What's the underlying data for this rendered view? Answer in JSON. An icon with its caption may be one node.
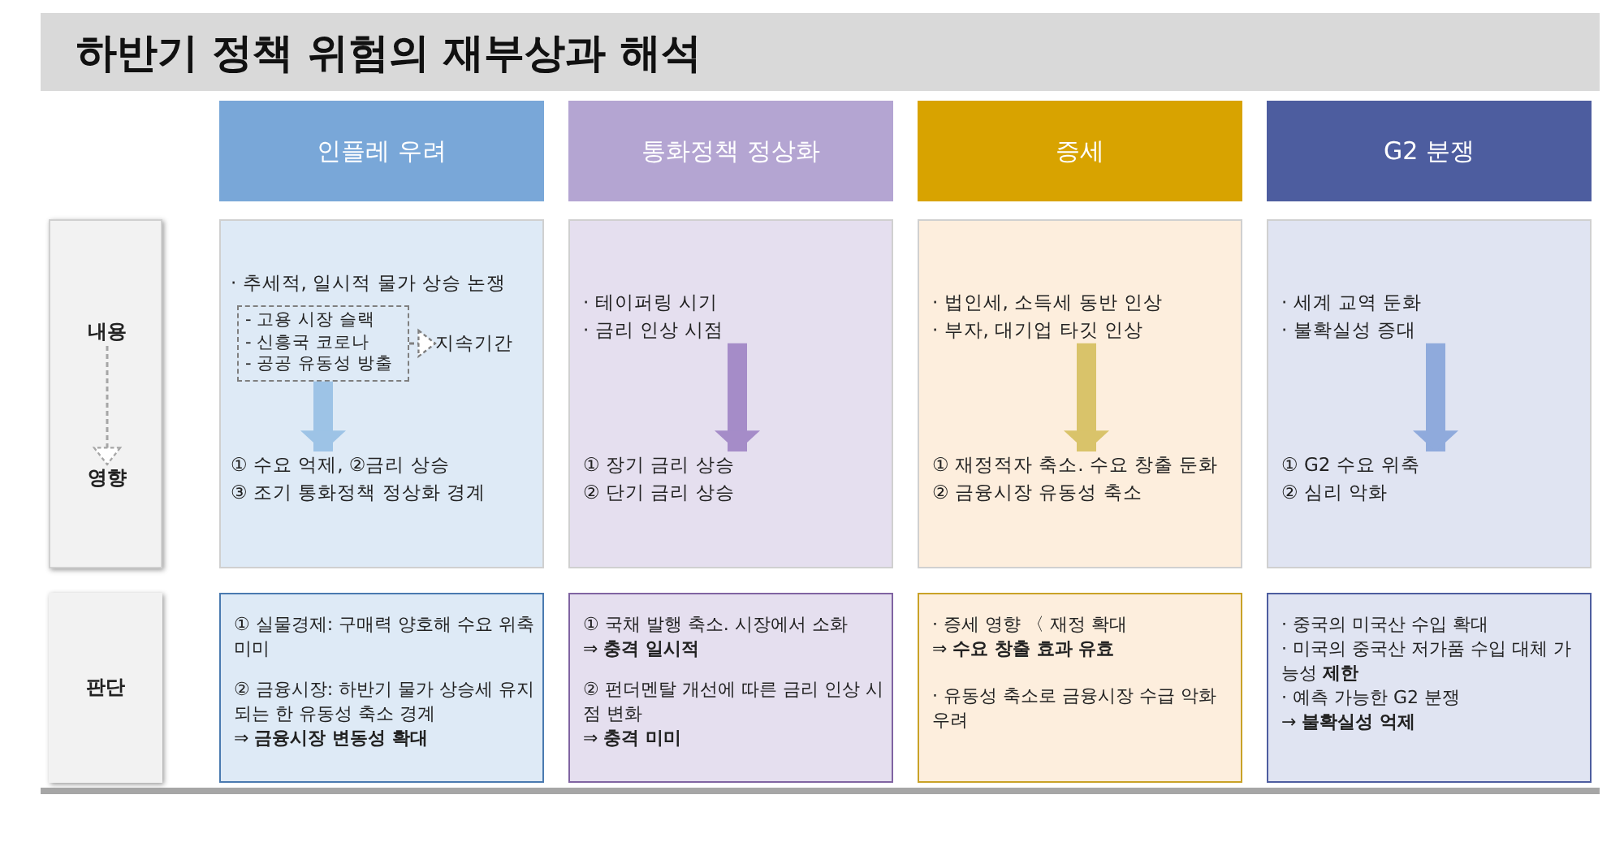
{
  "diagram": {
    "title": "하반기 정책 위험의 재부상과 해석",
    "nodes": [
      {
        "text": [
          "인플레 우려"
        ]
      },
      {
        "text": [
          "통화정책 정상화"
        ]
      },
      {
        "text": [
          "증세"
        ]
      },
      {
        "text": [
          "G2 분쟁"
        ]
      },
      {
        "text": [],
        "shape": "box"
      },
      {
        "text": [
          "내용"
        ],
        "in": 4
      },
      {
        "text": [
          "영향"
        ],
        "in": 4
      },
      {
        "text": [
          "판단"
        ]
      },
      {
        "text": [],
        "shape": "box"
      },
      {
        "text": [
          "· 추세적, 일시적 물가 상승 논쟁"
        ],
        "in": 8
      },
      {
        "text": [
          "- 고용 시장 슬랙",
          "- 신흥국 코로나",
          "- 공공 유동성 방출"
        ],
        "in": 8
      },
      {
        "text": [
          "지속기간"
        ],
        "in": 8
      },
      {
        "text": [
          "① 수요 억제, ②금리 상승",
          "③ 조기 통화정책 정상화 경계"
        ],
        "in": 8
      },
      {
        "text": [],
        "shape": "box"
      },
      {
        "text": [
          "· 테이퍼링 시기",
          "· 금리 인상 시점"
        ],
        "in": 13
      },
      {
        "text": [
          "① 장기 금리 상승",
          "② 단기 금리 상승"
        ],
        "in": 13
      },
      {
        "text": [],
        "shape": "box"
      },
      {
        "text": [
          "· 법인세, 소득세 동반 인상",
          "· 부자, 대기업 타깃 인상"
        ],
        "in": 16
      },
      {
        "text": [
          "① 재정적자 축소. 수요 창출 둔화",
          "② 금융시장 유동성 축소"
        ],
        "in": 16
      },
      {
        "text": [],
        "shape": "box"
      },
      {
        "text": [
          "· 세계 교역 둔화",
          "· 불확실성 증대"
        ],
        "in": 19
      },
      {
        "text": [
          "① G2 수요 위축",
          "② 심리 악화"
        ],
        "in": 19
      },
      {
        "text": [
          "① 실물경제: 구매력 양호해 수요 위축 미미",
          "② 금융시장: 하반기 물가 상승세 유지되는 한 유동성 축소 경계",
          "⇒ **금융시장 변동성 확대**"
        ]
      },
      {
        "text": [
          "① 국채 발행 축소. 시장에서 소화",
          "⇒ **충격 일시적**",
          "② 펀더멘탈 개선에 따른 금리 인상 시점 변화",
          "⇒ **충격 미미**"
        ]
      },
      {
        "text": [
          "· 증세 영향 〈 재정 확대",
          "⇒ **수요 창출 효과 유효**",
          "· 유동성 축소로 금융시장 수급 악화 우려"
        ]
      },
      {
        "text": [
          "· 중국의 미국산 수입 확대",
          "· 미국의 중국산 저가품 수입 대체 가능성 **제한**",
          "· 예측 가능한 G2 분쟁",
          "→ **불확실성 억제**"
        ]
      }
    ],
    "edges": [
      {
        "from": 5,
        "to": 6,
        "arrow": "to",
        "style": "dashed",
        "color": "#a6a6a6"
      },
      {
        "from": 10,
        "to": 11,
        "arrow": "to",
        "style": "dashed",
        "color": "#7f7f7f"
      },
      {
        "from": 10,
        "to": 12,
        "arrow": "to",
        "color": "#9dc3e6"
      },
      {
        "from": 14,
        "to": 15,
        "arrow": "to",
        "color": "#a58cc8"
      },
      {
        "from": 17,
        "to": 18,
        "arrow": "to",
        "color": "#d9c36a"
      },
      {
        "from": 20,
        "to": 21,
        "arrow": "to",
        "color": "#8faadc"
      }
    ]
  }
}
